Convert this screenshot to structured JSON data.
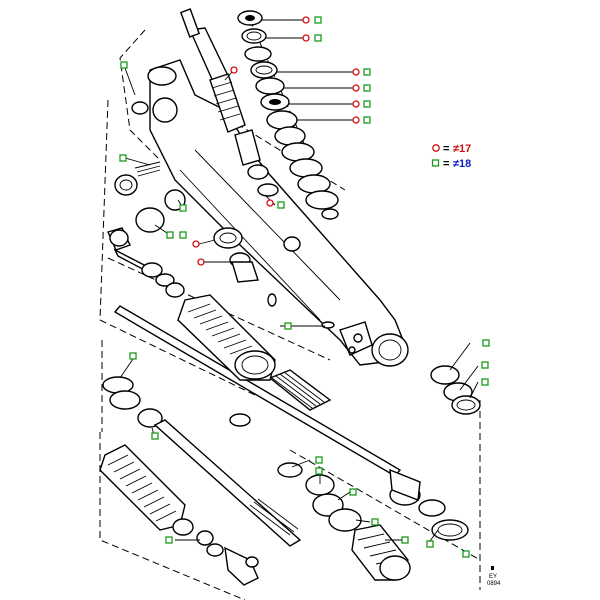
{
  "legend": [
    {
      "marker": "circle",
      "color": "#d01010",
      "eq": "=",
      "ref": "≠17",
      "ref_color": "#cc1010"
    },
    {
      "marker": "square",
      "color": "#1a9a1a",
      "eq": "=",
      "ref": "≠18",
      "ref_color": "#1020c0"
    }
  ],
  "drawing_code": {
    "line1": "EY",
    "line2": "0894"
  },
  "marker_colors": {
    "circle": "#d01010",
    "square": "#1a9a1a"
  }
}
